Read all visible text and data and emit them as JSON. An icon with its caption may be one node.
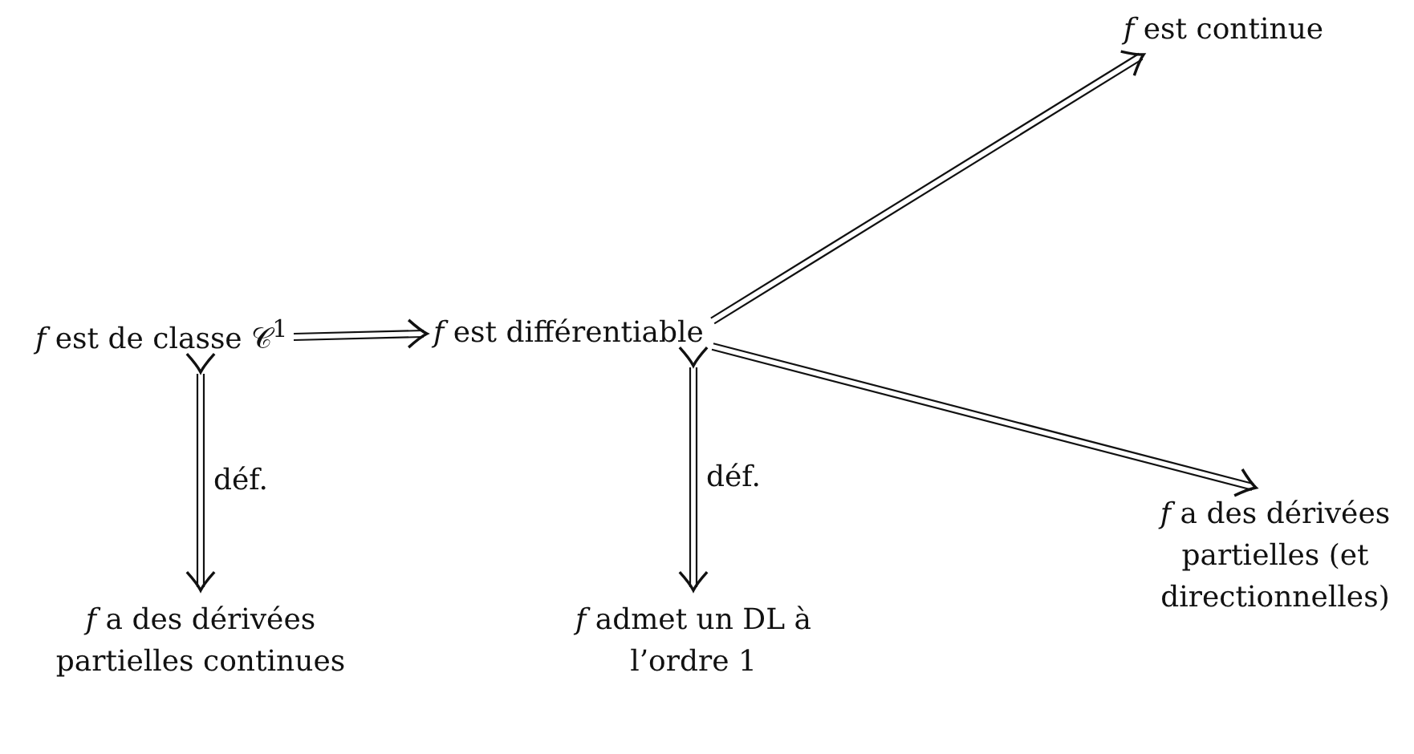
{
  "diagram": {
    "nodes": [
      {
        "text": [
          "*f* est de classe 𝒞$^{1}$"
        ]
      },
      {
        "text": [
          "*f* est différentiable"
        ]
      },
      {
        "text": [
          "*f* est continue"
        ]
      },
      {
        "text": [
          "*f* a des dérivées partielles (et directionnelles)"
        ]
      },
      {
        "text": [
          "*f* a des dérivées partielles continues"
        ]
      },
      {
        "text": [
          "*f* admet un DL à l’ordre 1"
        ]
      }
    ],
    "edges": [
      {
        "from": 0,
        "to": 1,
        "arrow": "to"
      },
      {
        "from": 1,
        "to": 2,
        "arrow": "to"
      },
      {
        "from": 1,
        "to": 3,
        "arrow": "to"
      },
      {
        "from": 0,
        "to": 4,
        "arrow": "both",
        "label": "déf."
      },
      {
        "from": 1,
        "to": 5,
        "arrow": "both",
        "label": "déf."
      }
    ]
  }
}
